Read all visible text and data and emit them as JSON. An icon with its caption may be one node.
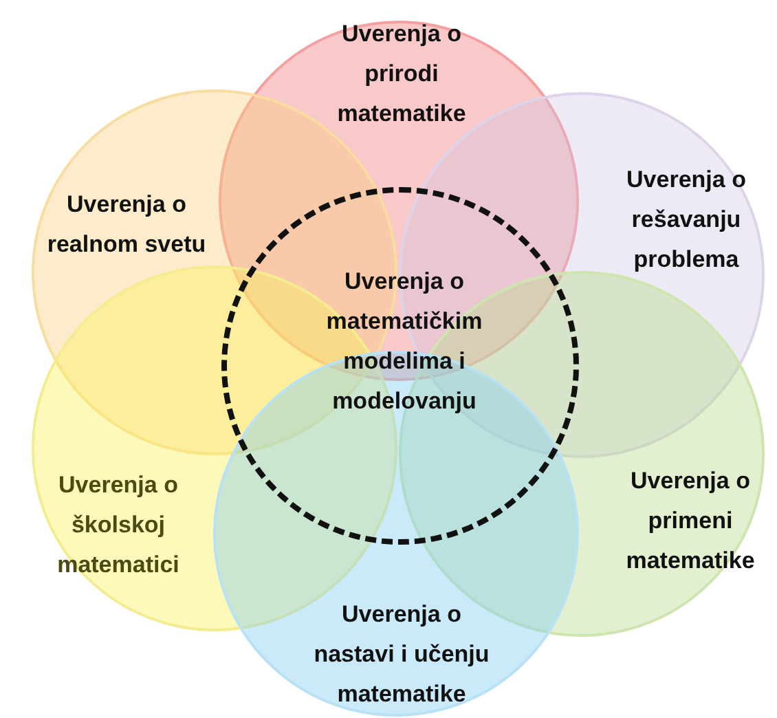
{
  "diagram": {
    "nodes": [
      {
        "text": [
          "Uverenja o prirodi matematike"
        ]
      },
      {
        "text": [
          "Uverenja o realnom svetu"
        ]
      },
      {
        "text": [
          "Uverenja o rešavanju problema"
        ]
      },
      {
        "text": [
          "Uverenja o matematičkim modelima i modelovanju"
        ]
      },
      {
        "text": [
          "Uverenja o školskoj matematici"
        ]
      },
      {
        "text": [
          "Uverenja o primeni matematike"
        ]
      },
      {
        "text": [
          "Uverenja o nastavi i učenju matematike"
        ]
      }
    ]
  }
}
